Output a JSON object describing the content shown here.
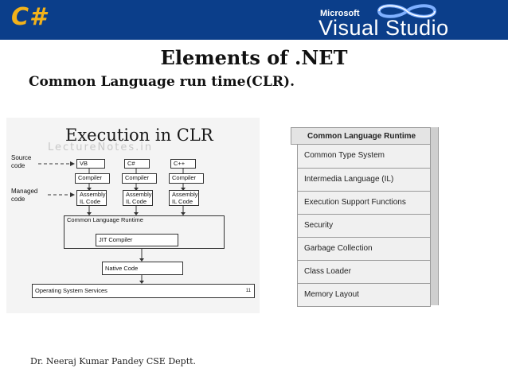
{
  "banner": {
    "left_logo": "C#",
    "brand_small": "Microsoft",
    "brand_large": "Visual Studio",
    "bg_color": "#0b3e8a",
    "accent_color": "#f2b21a"
  },
  "slide": {
    "title": "Elements of .NET",
    "subtitle": "Common Language run time(CLR)."
  },
  "left_diagram": {
    "title": "Execution in CLR",
    "watermark": "LectureNotes.in",
    "source_label": "Source\ncode",
    "managed_label": "Managed\ncode",
    "languages": [
      "VB",
      "C#",
      "C++"
    ],
    "compiler_label": "Compiler",
    "assembly_label": "Assembly\nIL Code",
    "clr_label": "Common Language Runtime",
    "jit_label": "JIT Compiler",
    "native_label": "Native Code",
    "os_label": "Operating System Services",
    "page_num": "11"
  },
  "right_diagram": {
    "header": "Common Language Runtime",
    "items": [
      "Common Type System",
      "Intermedia Language (IL)",
      "Execution Support Functions",
      "Security",
      "Garbage Collection",
      "Class Loader",
      "Memory Layout"
    ]
  },
  "footer": {
    "author": "Dr. Neeraj Kumar Pandey CSE Deptt."
  }
}
